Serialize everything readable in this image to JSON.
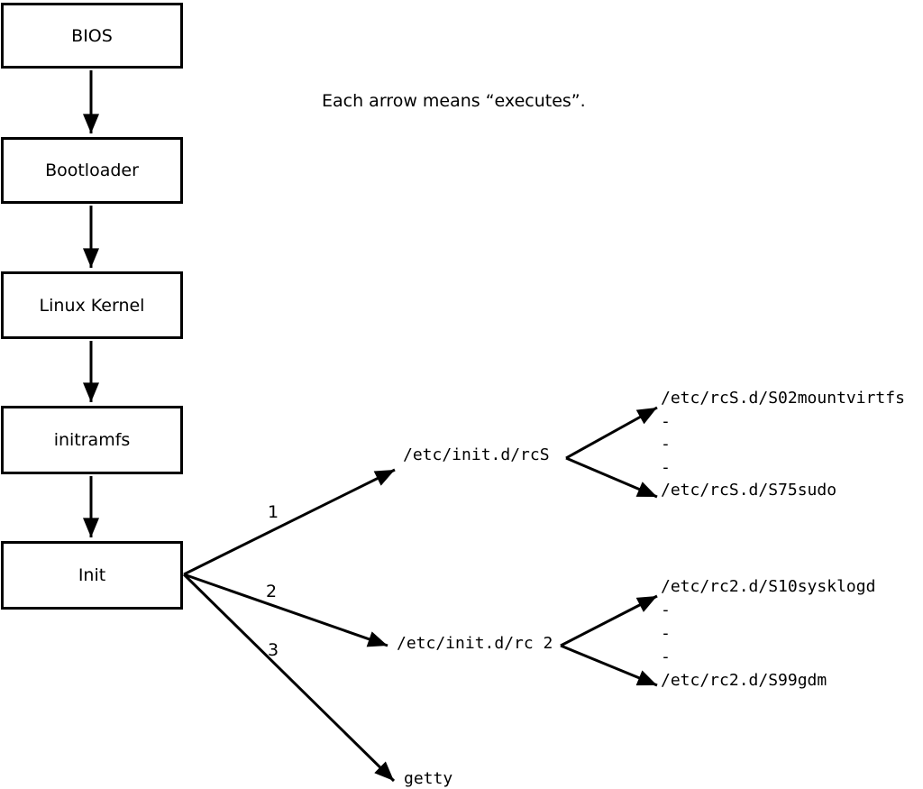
{
  "note": "Each arrow means “executes”.",
  "chain": [
    {
      "label": "BIOS"
    },
    {
      "label": "Bootloader"
    },
    {
      "label": "Linux Kernel"
    },
    {
      "label": "initramfs"
    },
    {
      "label": "Init"
    }
  ],
  "init_children": [
    {
      "order": "1",
      "label": "/etc/init.d/rcS"
    },
    {
      "order": "2",
      "label": "/etc/init.d/rc 2"
    },
    {
      "order": "3",
      "label": "getty"
    }
  ],
  "rcS_scripts": "/etc/rcS.d/S02mountvirtfs\n-\n-\n-\n/etc/rcS.d/S75sudo",
  "rc2_scripts": "/etc/rc2.d/S10sysklogd\n-\n-\n-\n/etc/rc2.d/S99gdm",
  "colors": {
    "line": "#000000",
    "background": "#ffffff"
  }
}
